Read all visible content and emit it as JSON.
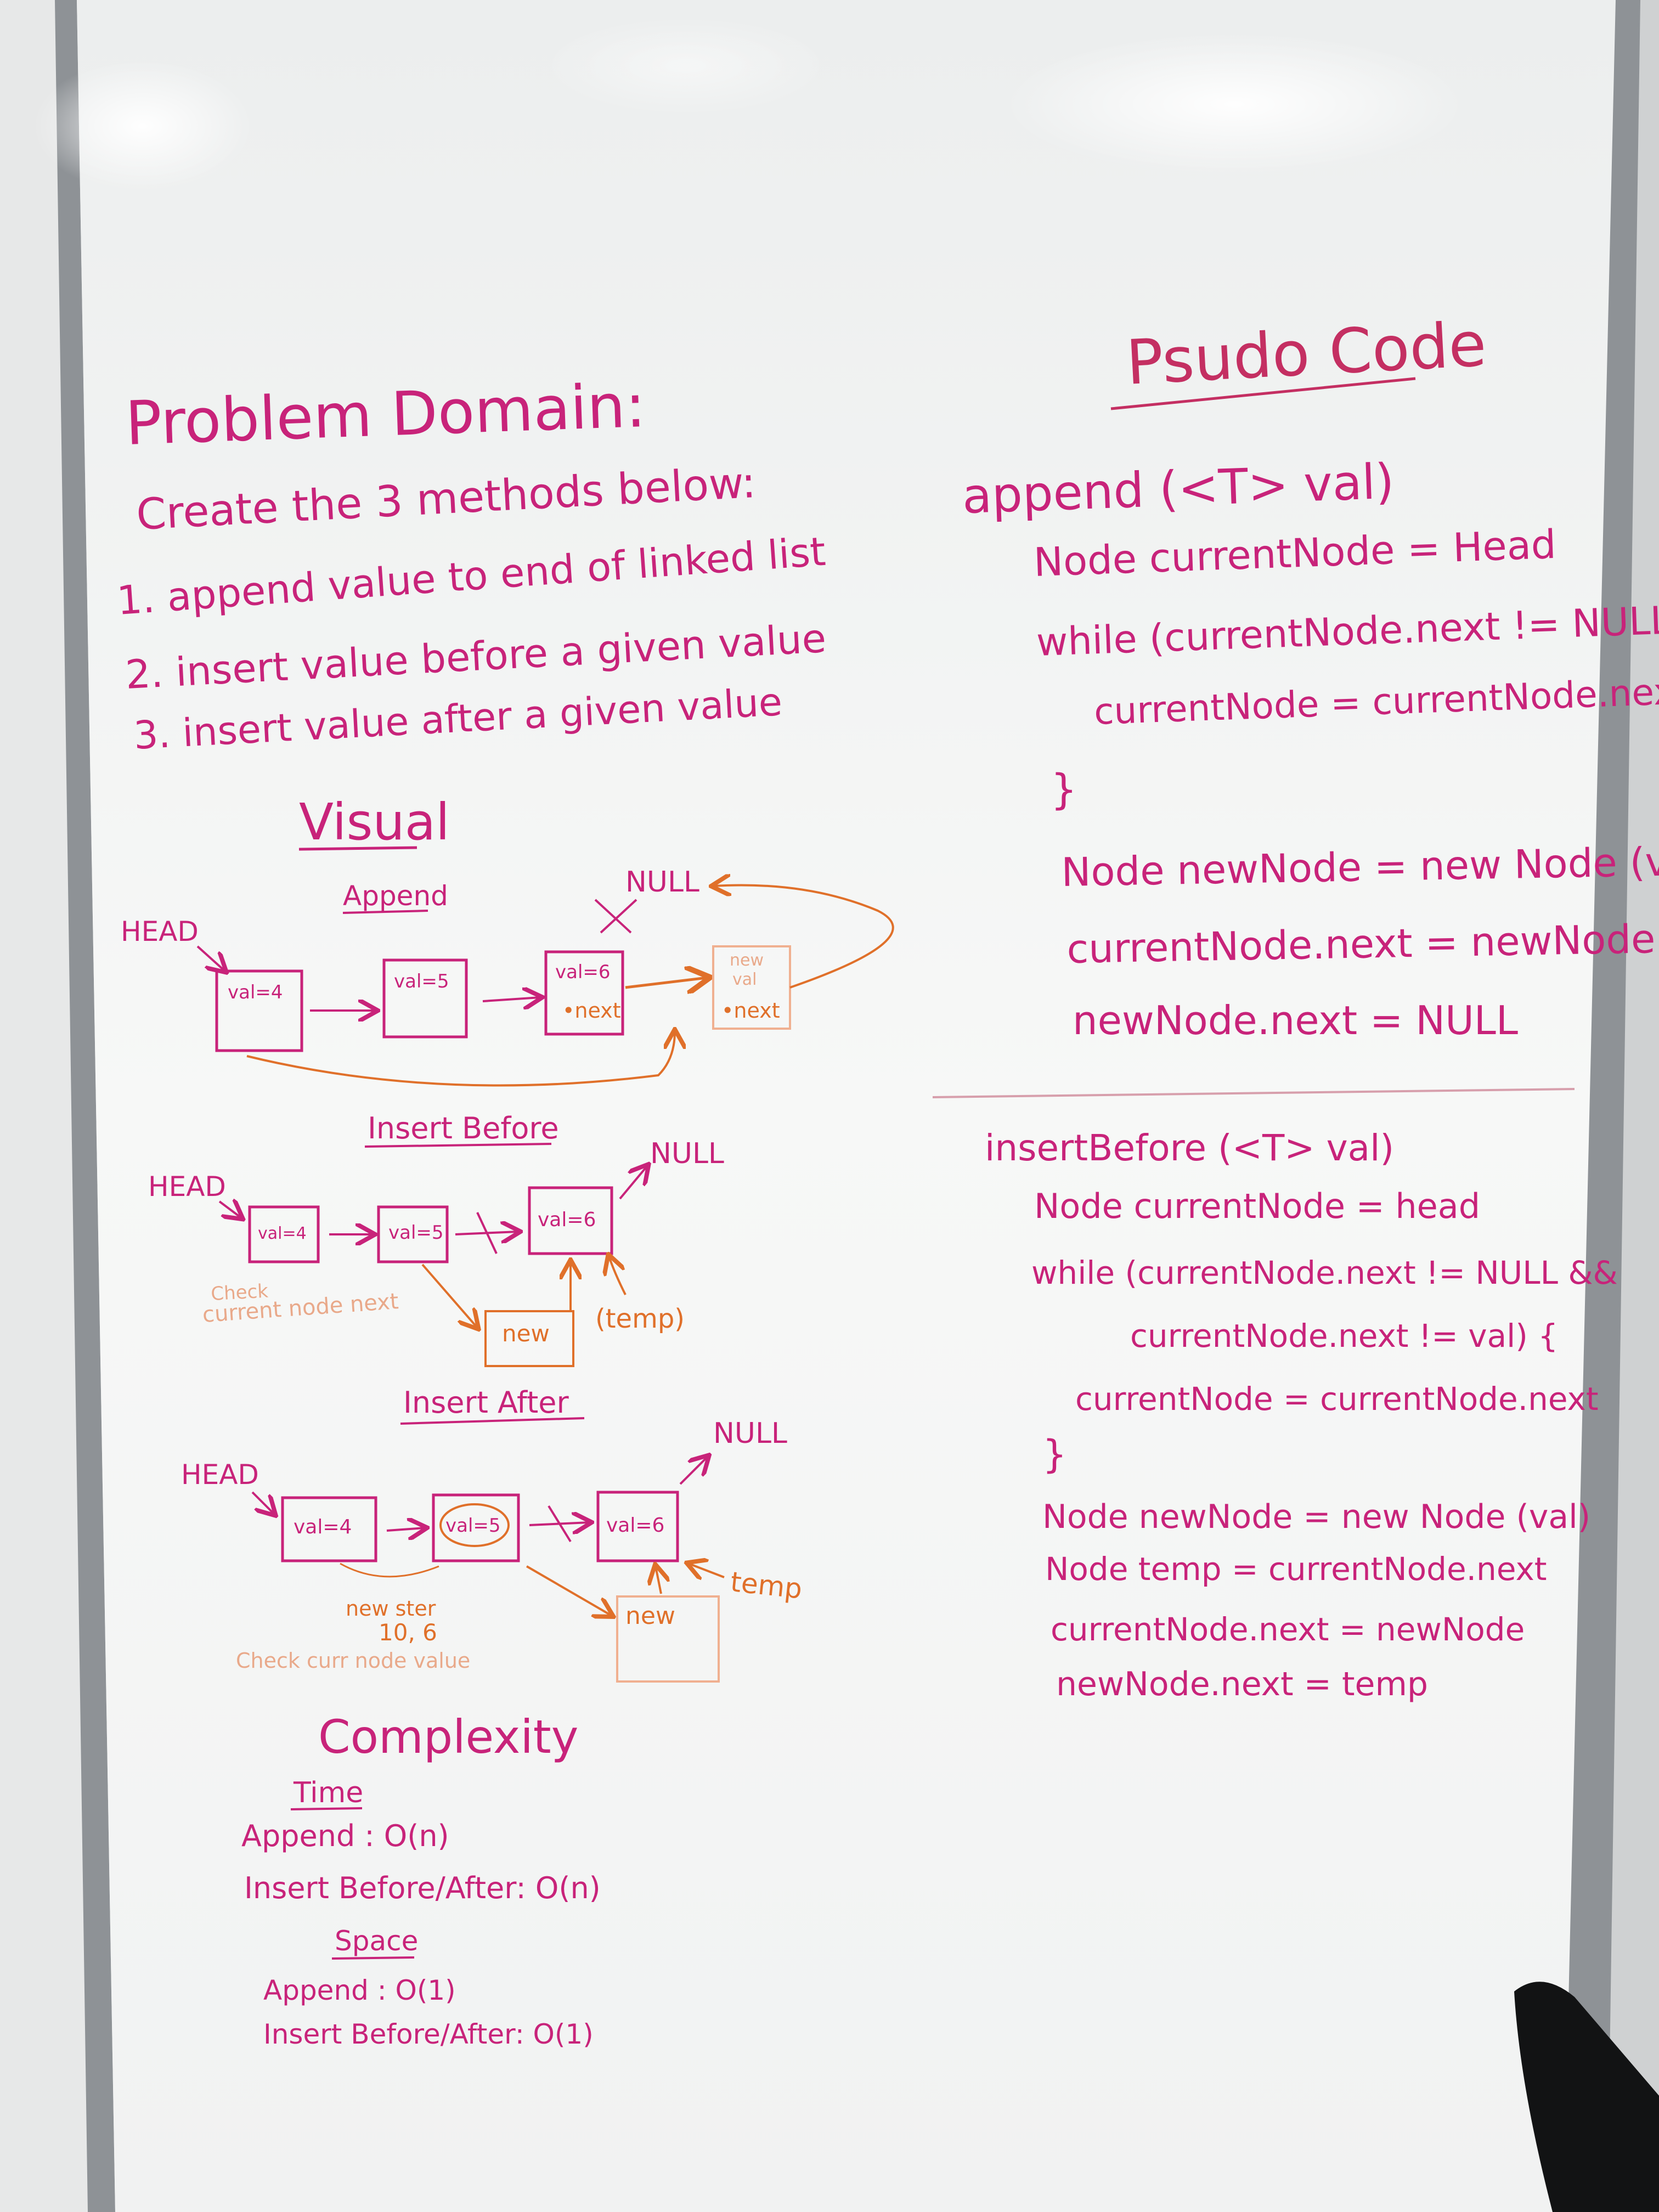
{
  "problem": {
    "heading": "Problem Domain:",
    "intro": "Create the 3 methods below:",
    "items": [
      "1. append value to end of linked list",
      "2. insert value before a given value",
      "3. insert value after a given value"
    ]
  },
  "visual": {
    "heading": "Visual",
    "append": {
      "title": "Append",
      "head": "HEAD",
      "nodes": [
        "val=4",
        "val=5",
        "val=6"
      ],
      "next_label": "•next",
      "new_node": [
        "new",
        "val"
      ],
      "new_next": "•next",
      "null": "NULL"
    },
    "insert_before": {
      "title": "Insert Before",
      "head": "HEAD",
      "nodes": [
        "val=4",
        "val=5",
        "val=6"
      ],
      "null": "NULL",
      "new": "new",
      "temp": "(temp)",
      "note": [
        "Check",
        "current node next"
      ]
    },
    "insert_after": {
      "title": "Insert After",
      "head": "HEAD",
      "nodes": [
        "val=4",
        "val=5",
        "val=6"
      ],
      "null": "NULL",
      "new": "new",
      "temp": "temp",
      "note": [
        "new  ster",
        "10, 6",
        "Check curr node value"
      ]
    }
  },
  "complexity": {
    "heading": "Complexity",
    "time_heading": "Time",
    "time": [
      "Append : O(n)",
      "Insert Before/After: O(n)"
    ],
    "space_heading": "Space",
    "space": [
      "Append : O(1)",
      "Insert Before/After: O(1)"
    ]
  },
  "pseudo": {
    "heading": "Psudo Code",
    "append": [
      "append (<T> val)",
      "Node currentNode = Head",
      "while (currentNode.next != NULL) {",
      "currentNode = currentNode.next",
      "}",
      "Node newNode = new Node (val)",
      "currentNode.next = newNode",
      "newNode.next = NULL"
    ],
    "insert_before": [
      "insertBefore (<T> val)",
      "Node currentNode = head",
      "while (currentNode.next != NULL &&",
      "currentNode.next != val) {",
      "currentNode = currentNode.next",
      "}",
      "Node newNode = new Node (val)",
      "Node temp = currentNode.next",
      "currentNode.next = newNode",
      "newNode.next = temp"
    ]
  },
  "colors": {
    "marker_magenta": "#c8237a",
    "marker_orange": "#e0702a",
    "board": "#f4f5f4",
    "frame": "#8e9296"
  }
}
